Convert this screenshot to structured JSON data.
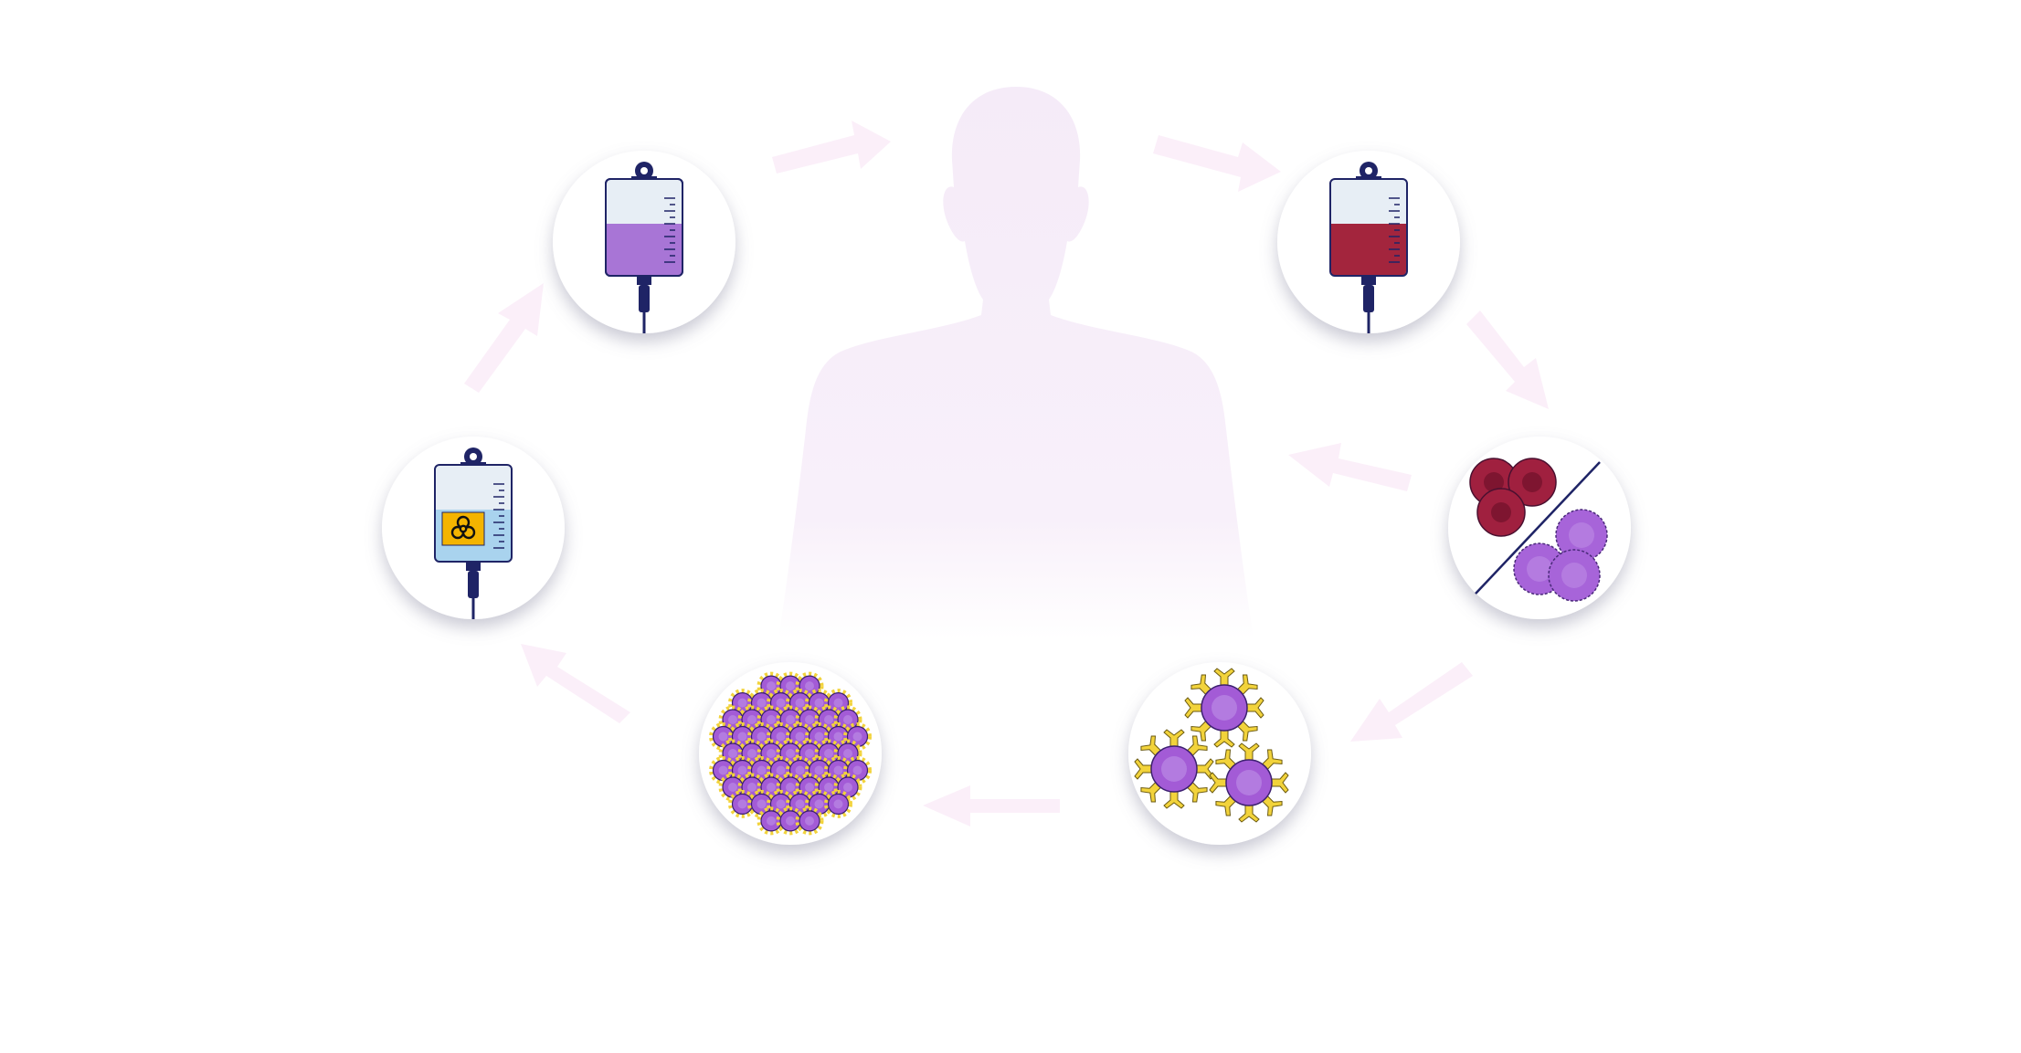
{
  "diagram": {
    "steps": [
      {
        "id": "blood-collection-bag",
        "icon": "blood-iv-bag-icon",
        "fluid_color": "#a3253d",
        "level": 0.5
      },
      {
        "id": "cell-separation",
        "icon": "cell-separation-icon",
        "red_cell_color": "#a0203f",
        "white_cell_color": "#a764d9"
      },
      {
        "id": "cell-activation",
        "icon": "activated-t-cells-icon",
        "cell_color": "#a35bd6",
        "receptor_color": "#f2d33b"
      },
      {
        "id": "cell-expansion",
        "icon": "expanded-cell-cluster-icon",
        "cell_color": "#a35bd6",
        "receptor_color": "#f2d33b"
      },
      {
        "id": "chemotherapy-bag",
        "icon": "biohazard-iv-bag-icon",
        "fluid_color": "#a9d3ee",
        "label_color": "#f4b400",
        "level": 0.5
      },
      {
        "id": "cell-infusion-bag",
        "icon": "purple-iv-bag-icon",
        "fluid_color": "#a875d6",
        "level": 0.5
      }
    ],
    "colors": {
      "silhouette": "#f7eefa",
      "arrow": "#fbf1fb",
      "node_fill": "#ffffff",
      "node_shadow": "#9a9aad",
      "ink": "#1f2466"
    }
  }
}
